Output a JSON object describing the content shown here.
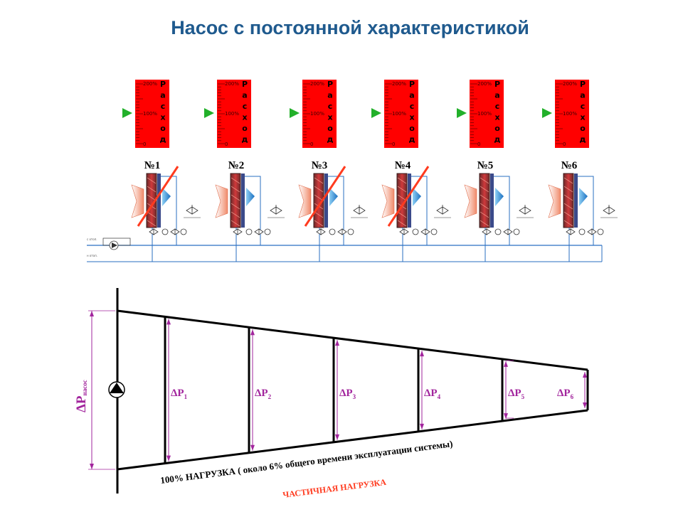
{
  "title": "Насос с постоянной характеристикой",
  "gauge": {
    "label_200": "200%",
    "label_100": "100%",
    "label_0": "0",
    "letters": [
      "Р",
      "а",
      "с",
      "х",
      "о",
      "д"
    ]
  },
  "units": [
    {
      "label": "№1",
      "crossed": true
    },
    {
      "label": "№2",
      "crossed": false
    },
    {
      "label": "№3",
      "crossed": true
    },
    {
      "label": "№4",
      "crossed": true
    },
    {
      "label": "№5",
      "crossed": false
    },
    {
      "label": "№6",
      "crossed": false
    }
  ],
  "pump_labels": {
    "supply": "с  отоп.",
    "return": "н  отоп."
  },
  "pressure": {
    "pump_main": "ΔP",
    "pump_sub": "насос",
    "segments": [
      {
        "main": "ΔP",
        "sub": "1"
      },
      {
        "main": "ΔP",
        "sub": "2"
      },
      {
        "main": "ΔP",
        "sub": "3"
      },
      {
        "main": "ΔP",
        "sub": "4"
      },
      {
        "main": "ΔP",
        "sub": "5"
      },
      {
        "main": "ΔP",
        "sub": "6"
      }
    ]
  },
  "full_load_text": "100% НАГРУЗКА ( около 6% общего времени эксплуатации системы)",
  "partial_load_text": "ЧАСТИЧНАЯ НАГРУЗКА",
  "colors": {
    "title": "#1f5a8e",
    "gauge": "#ff0000",
    "indicator": "#22b02a",
    "cross": "#ff3b1f",
    "pressure": "#a2259d",
    "pipe": "#2a6fc2"
  }
}
